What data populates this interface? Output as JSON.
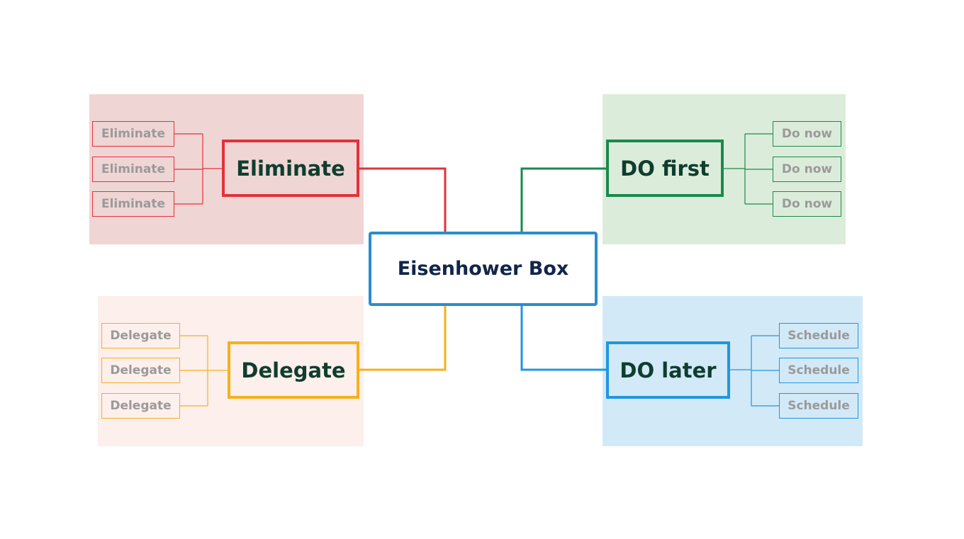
{
  "center": {
    "label": "Eisenhower Box",
    "color": "#2b8ccd"
  },
  "quadrants": {
    "eliminate": {
      "label": "Eliminate",
      "color": "#e3323a",
      "bg": "#f0d5d5",
      "items": [
        "Eliminate",
        "Eliminate",
        "Eliminate"
      ]
    },
    "do_first": {
      "label": "DO first",
      "color": "#1a8a4c",
      "bg": "#dcecda",
      "items": [
        "Do now",
        "Do now",
        "Do now"
      ]
    },
    "delegate": {
      "label": "Delegate",
      "color": "#f5b11a",
      "bg": "#fcefec",
      "items": [
        "Delegate",
        "Delegate",
        "Delegate"
      ]
    },
    "do_later": {
      "label": "DO later",
      "color": "#2196df",
      "bg": "#d2e9f8",
      "items": [
        "Schedule",
        "Schedule",
        "Schedule"
      ]
    }
  }
}
